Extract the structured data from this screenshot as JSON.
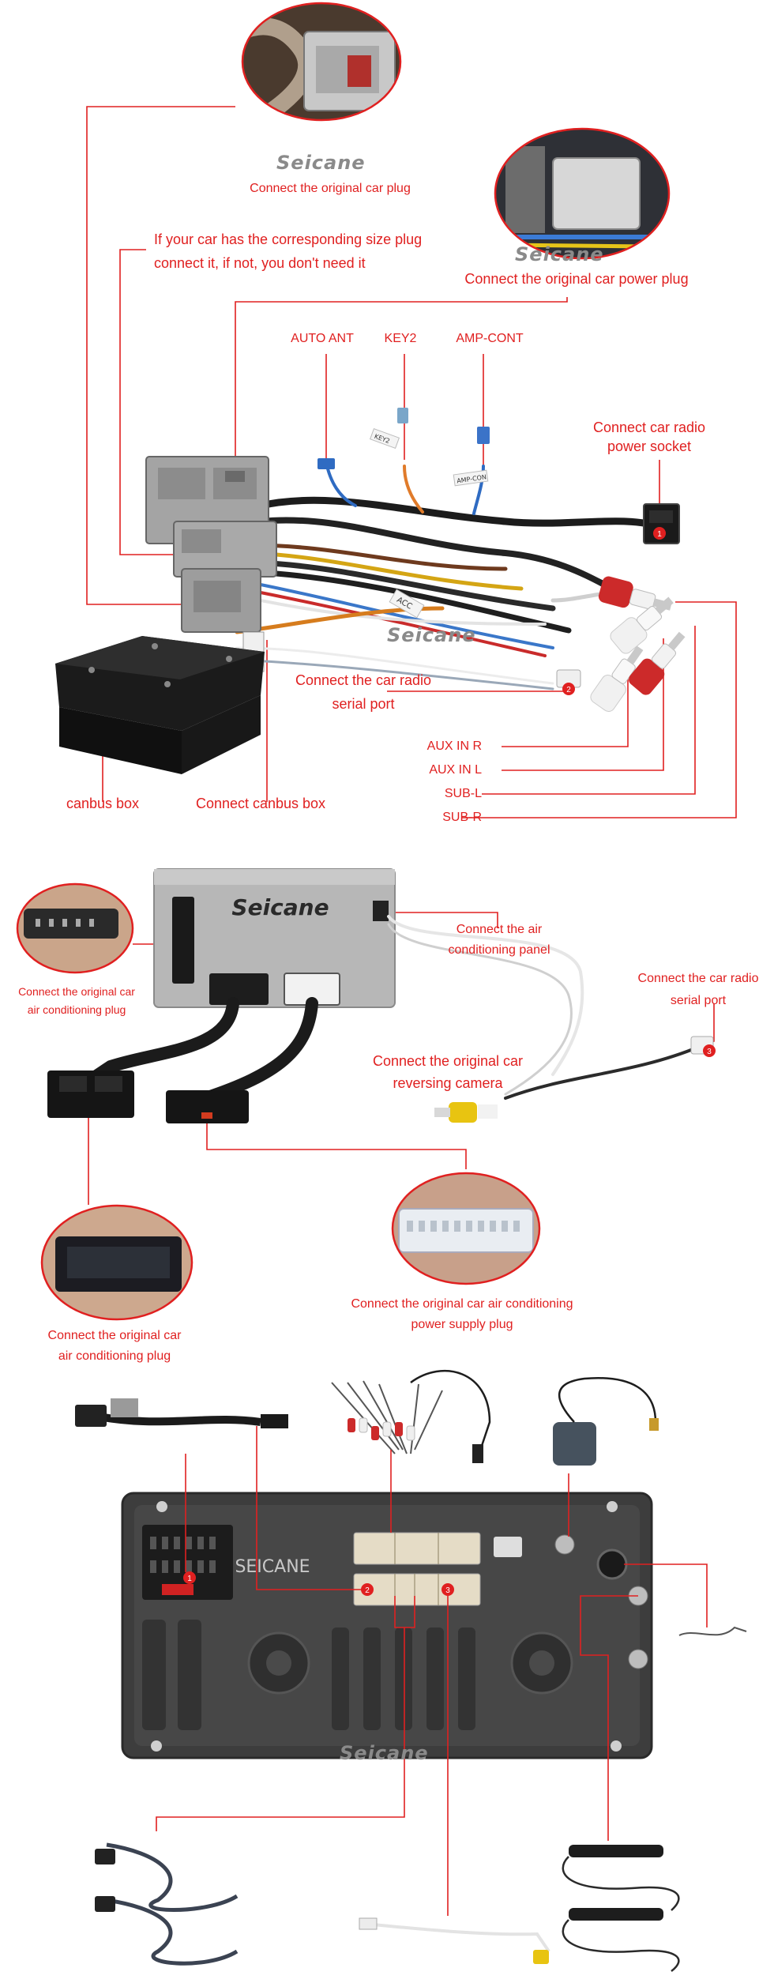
{
  "watermark": "Seicane",
  "section1": {
    "labels": {
      "original_plug": "Connect the original car plug",
      "size_plug_1": "If your car has the corresponding size plug",
      "size_plug_2": "connect it, if not, you don't need it",
      "power_plug": "Connect the original car power plug",
      "auto_ant": "AUTO ANT",
      "key2": "KEY2",
      "amp_cont": "AMP-CONT",
      "radio_socket_1": "Connect car radio",
      "radio_socket_2": "power socket",
      "serial_1": "Connect the car radio",
      "serial_2": "serial port",
      "aux_r": "AUX IN R",
      "aux_l": "AUX IN L",
      "sub_l": "SUB-L",
      "sub_r": "SUB-R",
      "canbus_box": "canbus box",
      "canbus_connect": "Connect canbus box"
    },
    "tags": {
      "key2": "KEY2",
      "amp": "AMP-CON",
      "acc": "ACC"
    },
    "badges": [
      "1",
      "2"
    ]
  },
  "section2": {
    "labels": {
      "ac_plug_1": "Connect the original car",
      "ac_plug_2": "air conditioning plug",
      "ac_panel_1": "Connect the air",
      "ac_panel_2": "conditioning panel",
      "serial_1": "Connect the car radio",
      "serial_2": "serial port",
      "camera_1": "Connect the original car",
      "camera_2": "reversing camera",
      "ac_plug_b1": "Connect the original car",
      "ac_plug_b2": "air conditioning plug",
      "ac_power_1": "Connect the original car air conditioning",
      "ac_power_2": "power supply plug"
    },
    "box_brand": "Seicane",
    "badges": [
      "3"
    ]
  },
  "section3": {
    "unit_brand": "SEICANE",
    "badges": [
      "1",
      "2",
      "3"
    ]
  },
  "colors": {
    "accent": "#e02020",
    "wire_dark": "#1d1d1d",
    "box_silver": "#b8b8b8"
  }
}
